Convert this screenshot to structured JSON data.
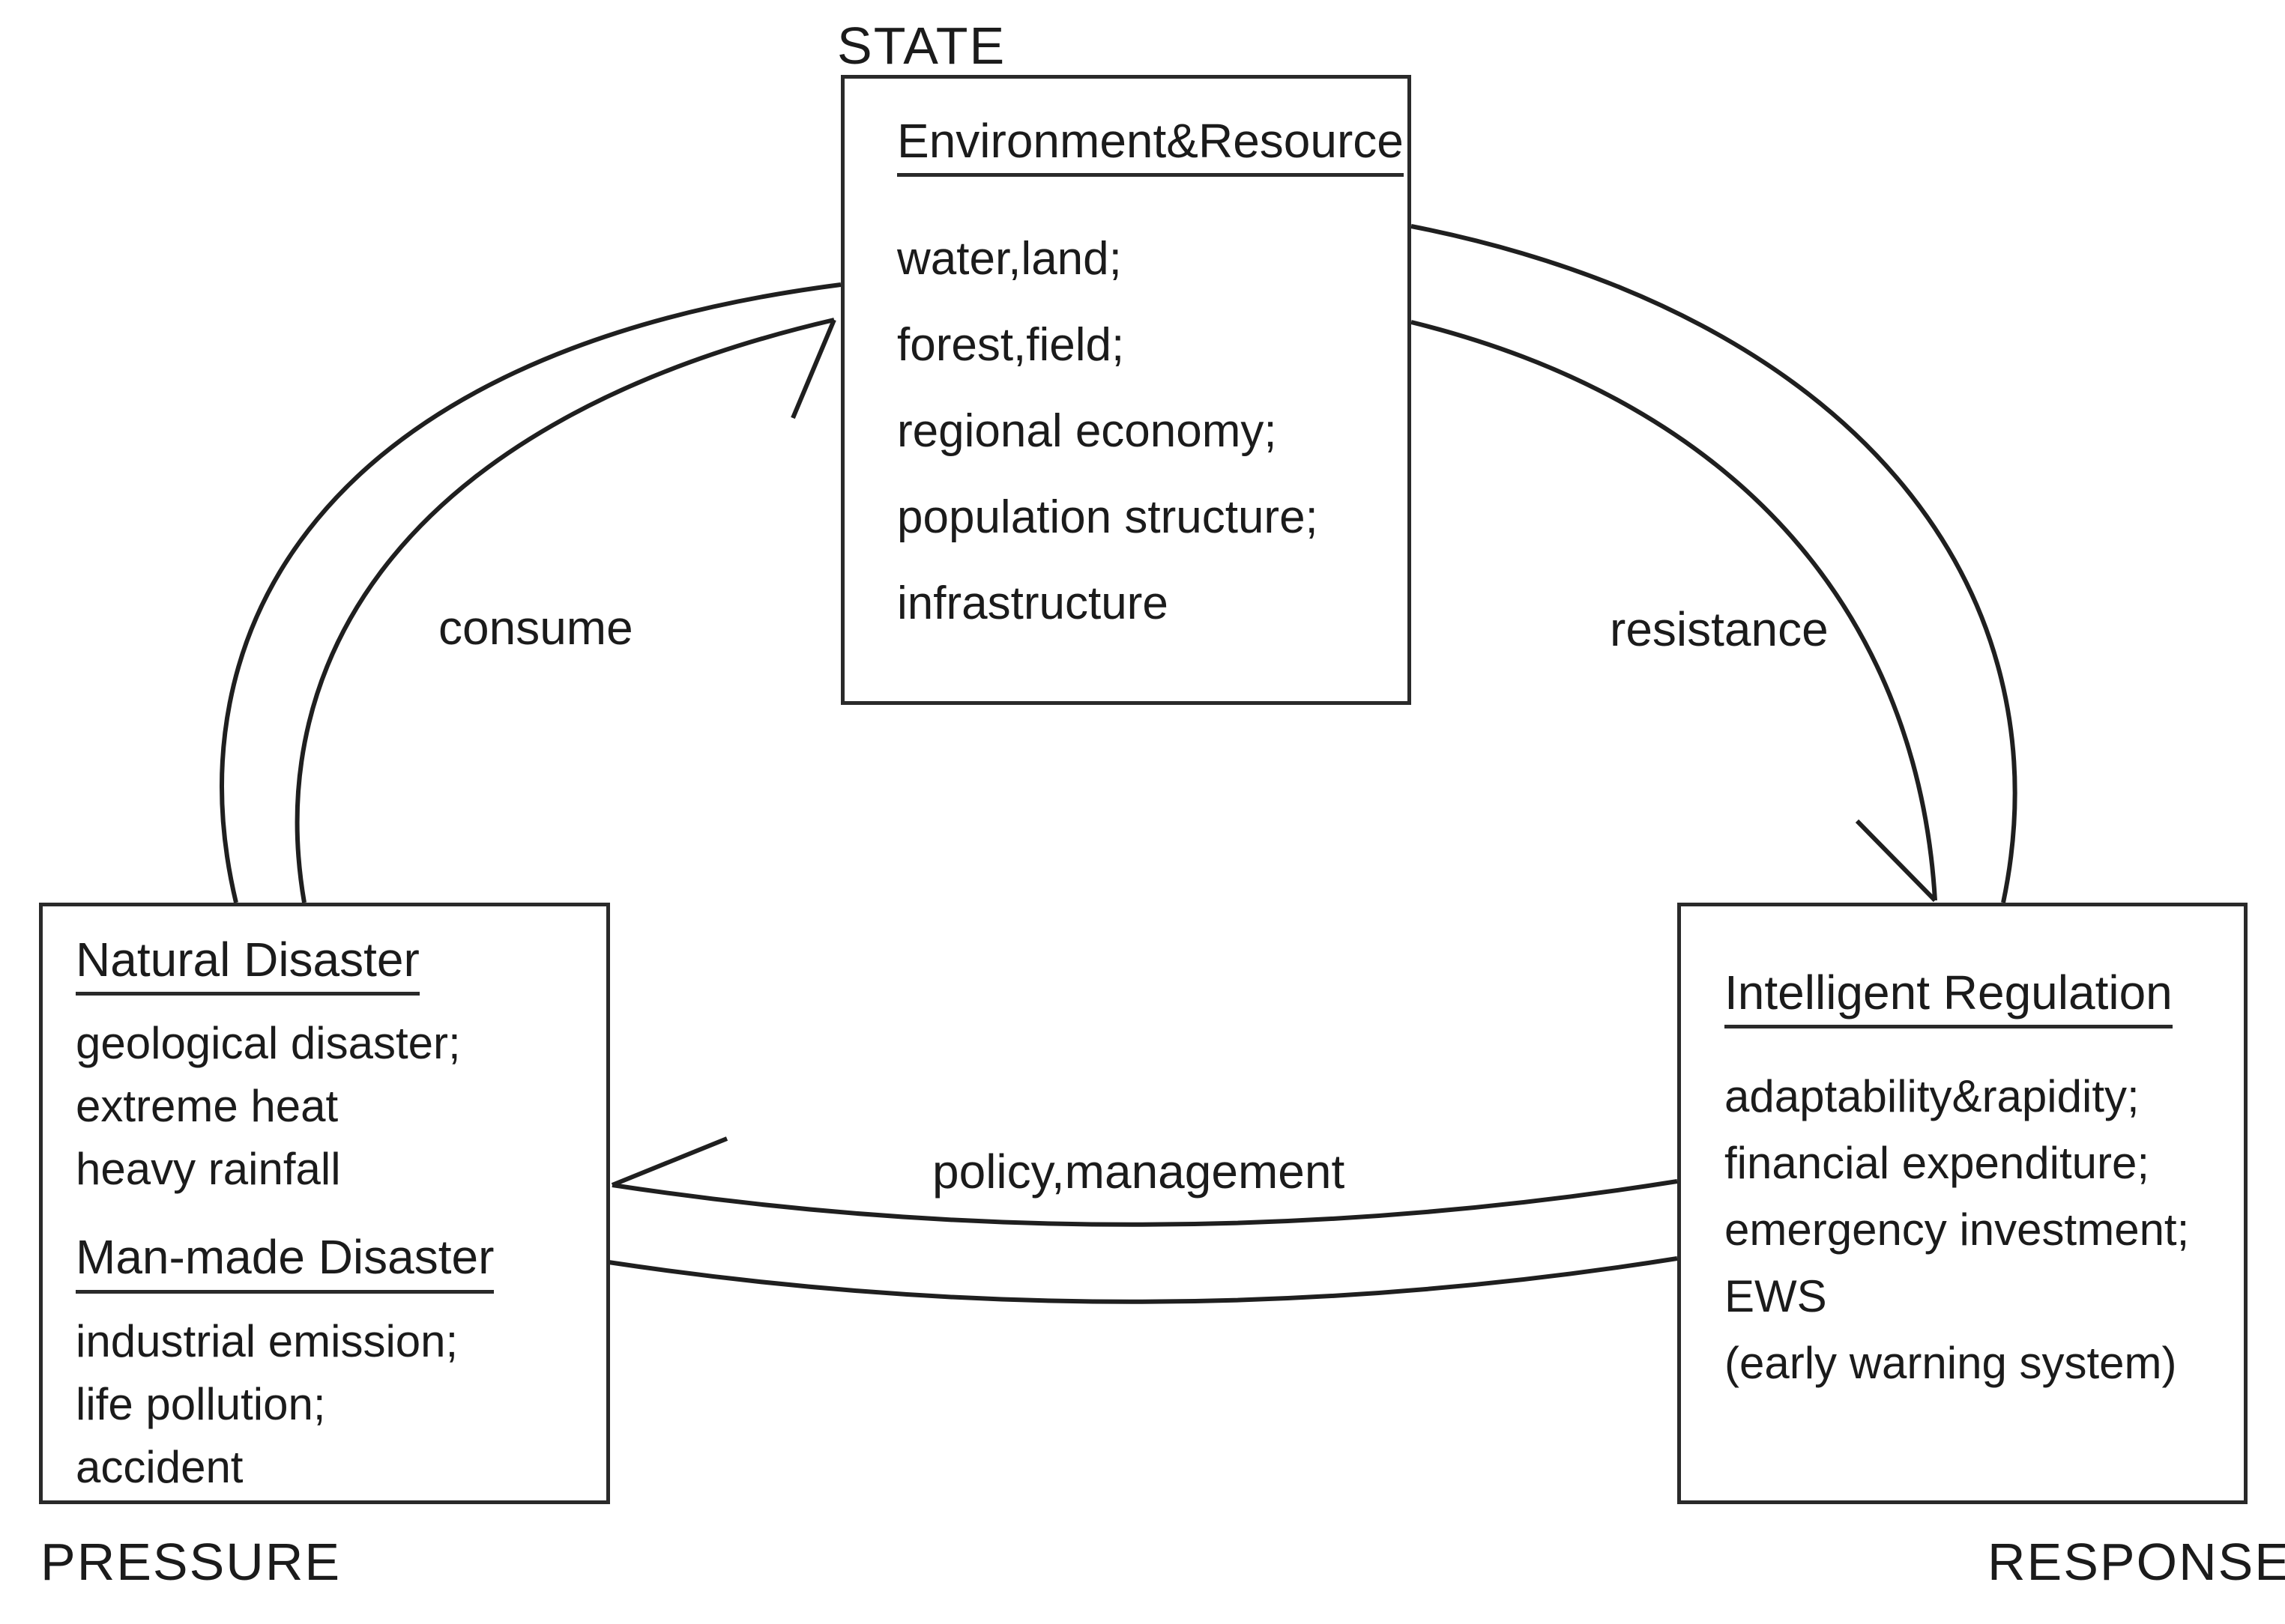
{
  "title": "Pressure-State-Response cycle diagram",
  "colors": {
    "ink": "#1f1f1f",
    "background": "#ffffff"
  },
  "corner_labels": {
    "state": "STATE",
    "pressure": "PRESSURE",
    "response": "RESPONSE"
  },
  "boxes": {
    "state": {
      "title": "Environment&Resource",
      "items": [
        "water,land;",
        "forest,field;",
        "regional economy;",
        "population structure;",
        "infrastructure"
      ]
    },
    "pressure": {
      "sections": [
        {
          "title": "Natural Disaster",
          "items": [
            "geological disaster;",
            "extreme heat",
            "heavy rainfall"
          ]
        },
        {
          "title": "Man-made Disaster",
          "items": [
            "industrial emission;",
            "life pollution;",
            "accident"
          ]
        }
      ]
    },
    "response": {
      "title": "Intelligent Regulation",
      "items": [
        "adaptability&rapidity;",
        "financial expenditure;",
        "emergency investment;",
        "EWS",
        "(early warning system)"
      ]
    }
  },
  "arrows": [
    {
      "id": "consume",
      "label": "consume",
      "from": "pressure",
      "to": "state"
    },
    {
      "id": "resistance",
      "label": "resistance",
      "from": "state",
      "to": "response"
    },
    {
      "id": "policy",
      "label": "policy,management",
      "from": "response",
      "to": "pressure"
    }
  ]
}
